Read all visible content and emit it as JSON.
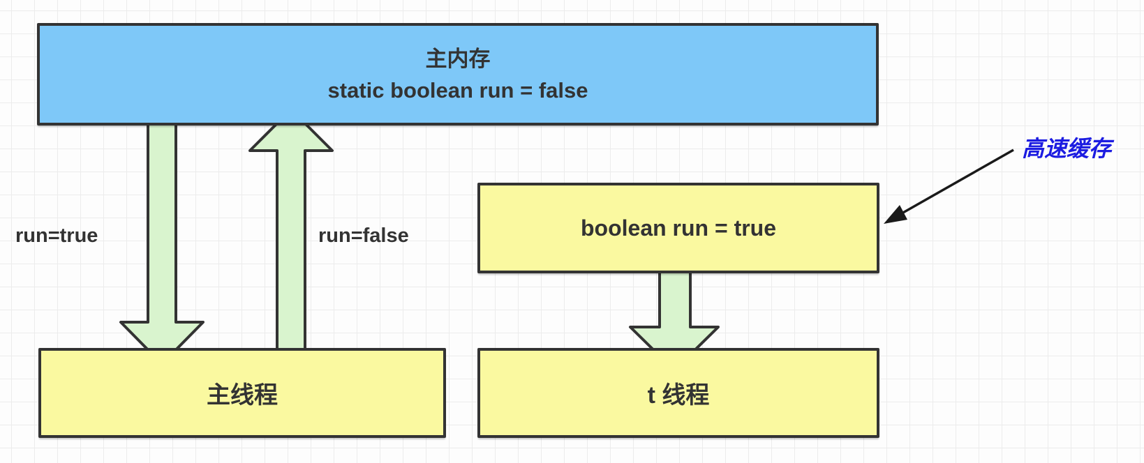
{
  "nodes": {
    "main_memory": {
      "title": "主内存",
      "code": "static boolean run = false"
    },
    "main_thread": {
      "label": "主线程"
    },
    "cache_value": {
      "label": "boolean run = true"
    },
    "t_thread": {
      "label": "t 线程"
    }
  },
  "edges": {
    "write_label": "run=true",
    "read_label": "run=false"
  },
  "annotations": {
    "cache_label": "高速缓存"
  },
  "icons": {
    "down_arrow": "fat-down-arrow",
    "up_arrow": "fat-up-arrow",
    "pointer_arrow": "thin-line-arrow"
  },
  "colors": {
    "box_blue": "#7EC8F8",
    "box_yellow": "#FAF9A0",
    "arrow_green": "#D9F4CE",
    "border": "#333333",
    "text": "#333333",
    "label_blue": "#1C1CE1",
    "pointer_black": "#1a1a1a",
    "grid_line": "#ececec"
  }
}
